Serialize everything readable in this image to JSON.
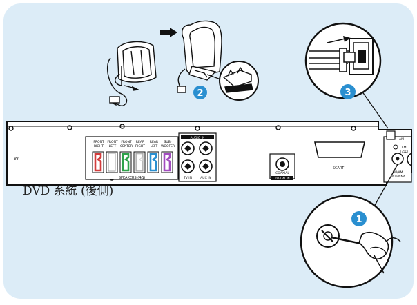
{
  "caption": "DVD 系統 (後側)",
  "steps": {
    "one": "1",
    "two": "2",
    "three": "3"
  },
  "panel_labels": {
    "audio_in": "AUDIO IN",
    "speakers": "SPEAKERS (4Ω)",
    "tv_in": "TV IN",
    "aux_in": "AUX IN",
    "coaxial": "COAXIAL",
    "digital_in": "DIGITAL IN",
    "scart": "SCART",
    "am": "AM",
    "fm": "FM",
    "fm_ohm": "(75Ω)",
    "fm_am": "FM/AM",
    "antenna": "ANTENNA",
    "w": "W"
  },
  "speaker_labels": [
    {
      "line1": "FRONT",
      "line2": "RIGHT"
    },
    {
      "line1": "FRONT",
      "line2": "LEFT"
    },
    {
      "line1": "FRONT",
      "line2": "CENTER"
    },
    {
      "line1": "REAR",
      "line2": "RIGHT"
    },
    {
      "line1": "REAR",
      "line2": "LEFT"
    },
    {
      "line1": "SUB-",
      "line2": "WOOFER"
    }
  ],
  "colors": {
    "panel_background": "#dcecf7",
    "panel_border": "#1f86c4",
    "step_badge": "#2a8fd0",
    "speaker_colors": [
      "#d23c3c",
      "#ffffff",
      "#2ea24a",
      "#cfcfcf",
      "#2a8fd0",
      "#a24cbf"
    ]
  }
}
